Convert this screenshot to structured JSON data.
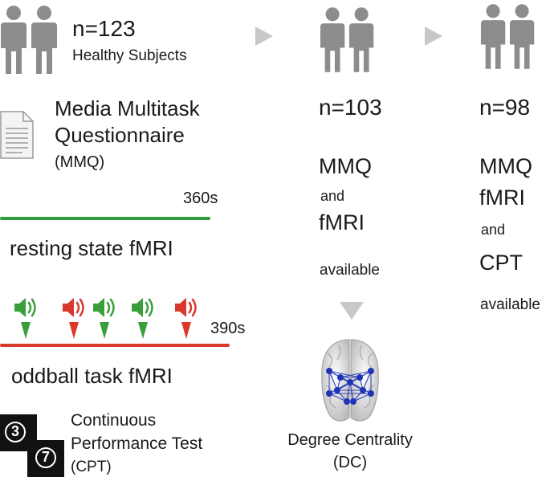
{
  "colors": {
    "person": "#8c8c8c",
    "arrow": "#c8c8c8",
    "resting_line": "#2e9e3a",
    "oddball_line": "#d9382b",
    "standard_tone": "#3a9e3a",
    "oddball_tone": "#d9382b",
    "network": "#1f33b5",
    "cpt_box": "#111111"
  },
  "col1": {
    "count": "n=123",
    "subjects": "Healthy Subjects",
    "questionnaire": {
      "line1": "Media Multitask",
      "line2": "Questionnaire",
      "line3": "(MMQ)"
    },
    "resting": {
      "duration": "360s",
      "label": "resting state fMRI"
    },
    "oddball": {
      "duration": "390s",
      "label": "oddball task fMRI",
      "tones": [
        "standard",
        "oddball",
        "standard",
        "standard",
        "oddball"
      ]
    },
    "cpt": {
      "digit1": "3",
      "digit2": "7",
      "line1": "Continuous",
      "line2": "Performance Test",
      "line3": "(CPT)"
    }
  },
  "col2": {
    "count": "n=103",
    "line1": "MMQ",
    "line2": "and",
    "line3": "fMRI",
    "line4": "available",
    "output_line1": "Degree Centrality",
    "output_line2": "(DC)"
  },
  "col3": {
    "count": "n=98",
    "line1": "MMQ",
    "line2": "fMRI",
    "line3": "and",
    "line4": "CPT",
    "line5": "available"
  }
}
